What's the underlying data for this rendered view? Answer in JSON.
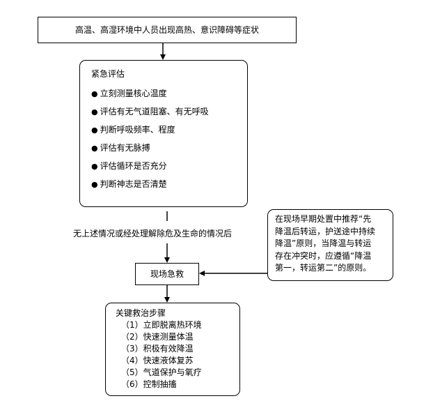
{
  "top_box": {
    "text": "高温、高湿环境中人员出现高热、意识障碍等症状"
  },
  "assessment": {
    "title": "紧急评估",
    "bullet": "●",
    "items": [
      "立刻测量核心温度",
      "评估有无气道阻塞、有无呼吸",
      "判断呼吸频率、程度",
      "评估有无脉搏",
      "评估循环是否充分",
      "判断神志是否清楚"
    ]
  },
  "condition_label": "无上述情况或经处理解除危及生命的情况后",
  "note_box": {
    "lines": [
      "在现场早期处置中推荐“先",
      "降温后转运，护送途中持续",
      "降温”原则，当降温与转运",
      "存在冲突时，应遵循“降温",
      "第一，转运第二”的原则。"
    ]
  },
  "scene_box": {
    "text": "现场急救"
  },
  "steps": {
    "title": "关键救治步骤",
    "items": [
      "（1）立即脱离热环境",
      "（2）快速测量体温",
      "（3）积极有效降温",
      "（4）快速液体复苏",
      "（5）气道保护与氧疗",
      "（6）控制抽搐"
    ]
  }
}
